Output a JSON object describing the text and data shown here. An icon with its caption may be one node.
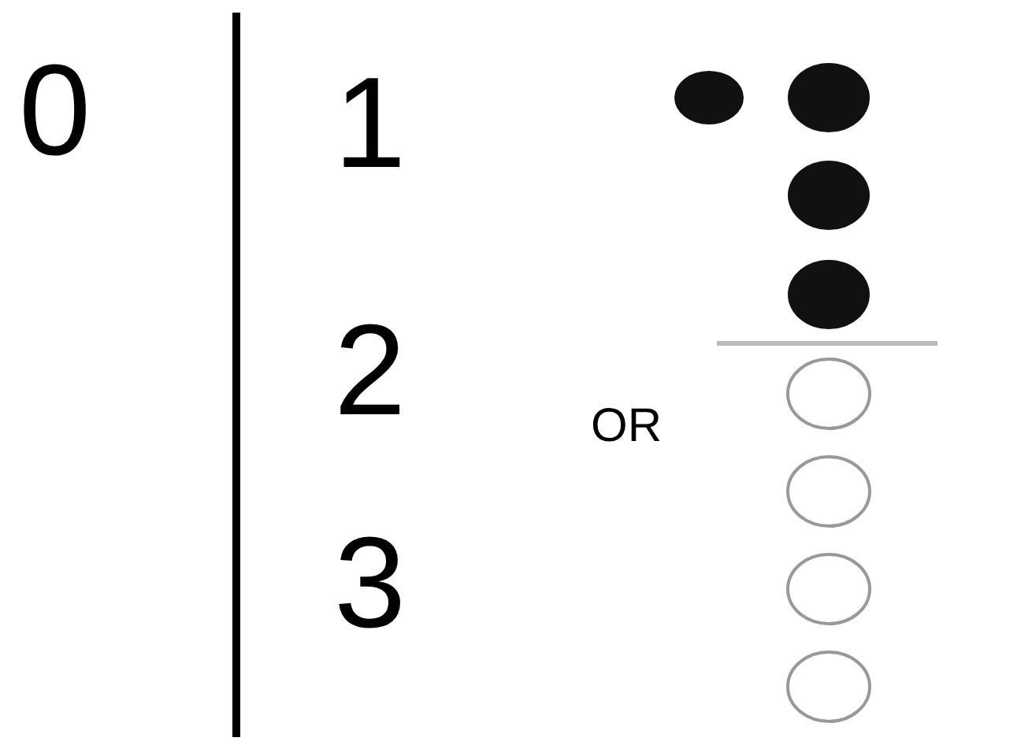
{
  "diagram": {
    "labels": [
      "0",
      "1",
      "2",
      "3",
      "OR"
    ]
  }
}
